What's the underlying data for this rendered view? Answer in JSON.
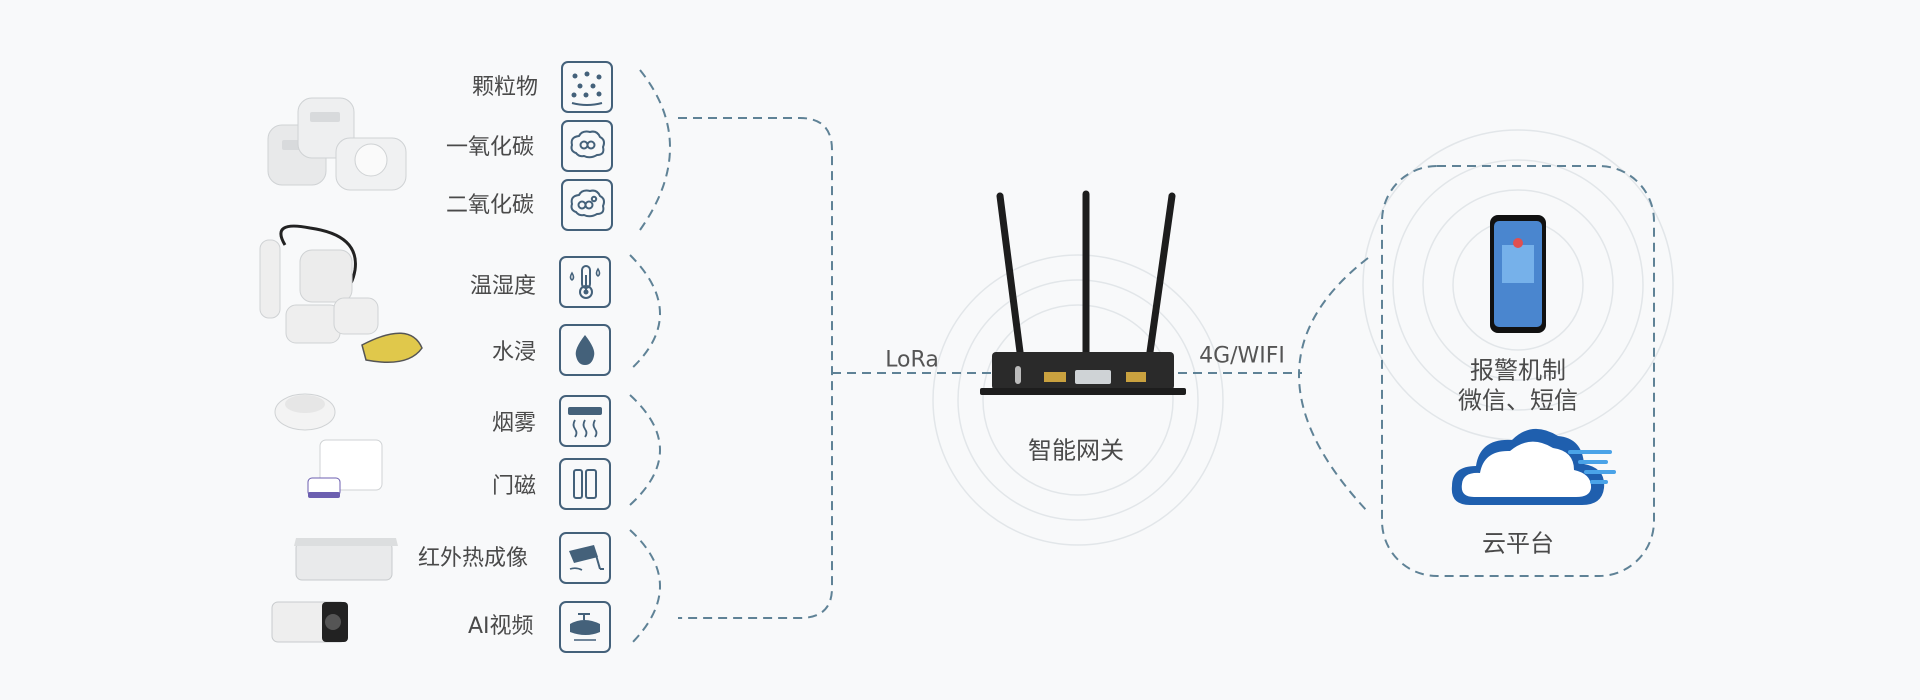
{
  "sensors": {
    "particulate": "颗粒物",
    "co": "一氧化碳",
    "co2": "二氧化碳",
    "temp_humidity": "温湿度",
    "water_leak": "水浸",
    "smoke": "烟雾",
    "door": "门磁",
    "thermal": "红外热成像",
    "ai_video": "AI视频"
  },
  "gateway": {
    "label": "智能网关"
  },
  "links": {
    "lora": "LoRa",
    "uplink": "4G/WIFI"
  },
  "cloud": {
    "alarm_line1": "报警机制",
    "alarm_line2": "微信、短信",
    "platform": "云平台"
  },
  "colors": {
    "line": "#5f8296",
    "icon": "#44617a",
    "ring": "#e2e6e9",
    "cloud": "#1f5fae",
    "cloud_light": "#4aa3e8"
  }
}
